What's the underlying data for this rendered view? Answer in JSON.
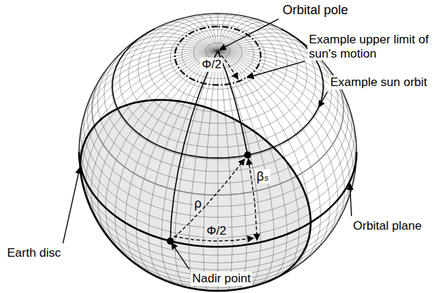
{
  "diagram": {
    "labels": [
      "Orbital pole",
      "Example upper limit of sun's motion",
      "Φ/2",
      "Example sun orbit",
      "βₛ",
      "ρ",
      "Φ/2",
      "Orbital plane",
      "Earth disc",
      "Nadir point"
    ]
  }
}
